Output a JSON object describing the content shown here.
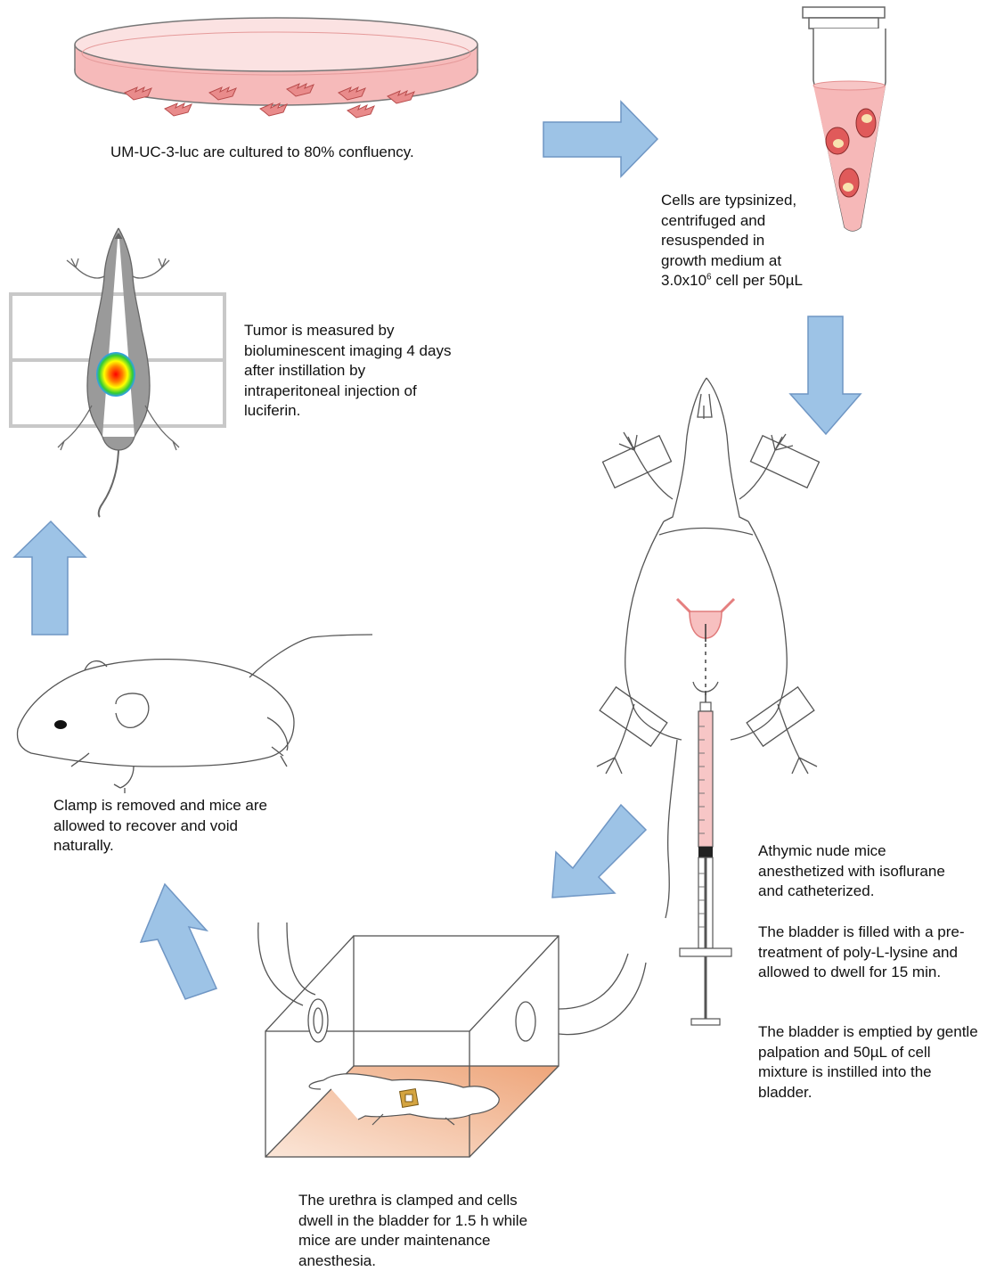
{
  "captions": {
    "culture": "UM-UC-3-luc are cultured to 80% confluency.",
    "trypsin_line1": "Cells are typsinized,",
    "trypsin_line2": "centrifuged and",
    "trypsin_line3": "resuspended in",
    "trypsin_line4": "growth medium at",
    "trypsin_conc_pre": "3.0x10",
    "trypsin_conc_exp": "6",
    "trypsin_conc_post": " cell per 50µL",
    "anesthesia": "Athymic nude mice anesthetized with isoflurane and catheterized.",
    "pretreat": "The bladder is filled with a pre-treatment of poly-L-lysine and allowed to dwell for 15 min.",
    "instill": "The bladder is emptied by gentle palpation and 50µL of cell mixture is instilled into the bladder.",
    "clamp": "The urethra is clamped and cells dwell in the bladder for 1.5 h while mice are under maintenance anesthesia.",
    "recover": "Clamp is removed and mice are allowed to recover and void naturally.",
    "imaging": "Tumor is measured by bioluminescent imaging 4 days after instillation by intraperitoneal injection of luciferin."
  },
  "colors": {
    "arrow_fill": "#9dc3e6",
    "arrow_stroke": "#6f96c4",
    "medium_pink": "#f5b4b4",
    "cell_red": "#e05a5a",
    "chamber_orange": "#f2b48a",
    "outline_gray": "#555555"
  },
  "icons": [
    "petri-dish-icon",
    "centrifuge-tube-icon",
    "supine-mouse-icon",
    "syringe-icon",
    "anesthesia-chamber-icon",
    "recovering-mouse-icon",
    "imaging-mouse-icon"
  ]
}
